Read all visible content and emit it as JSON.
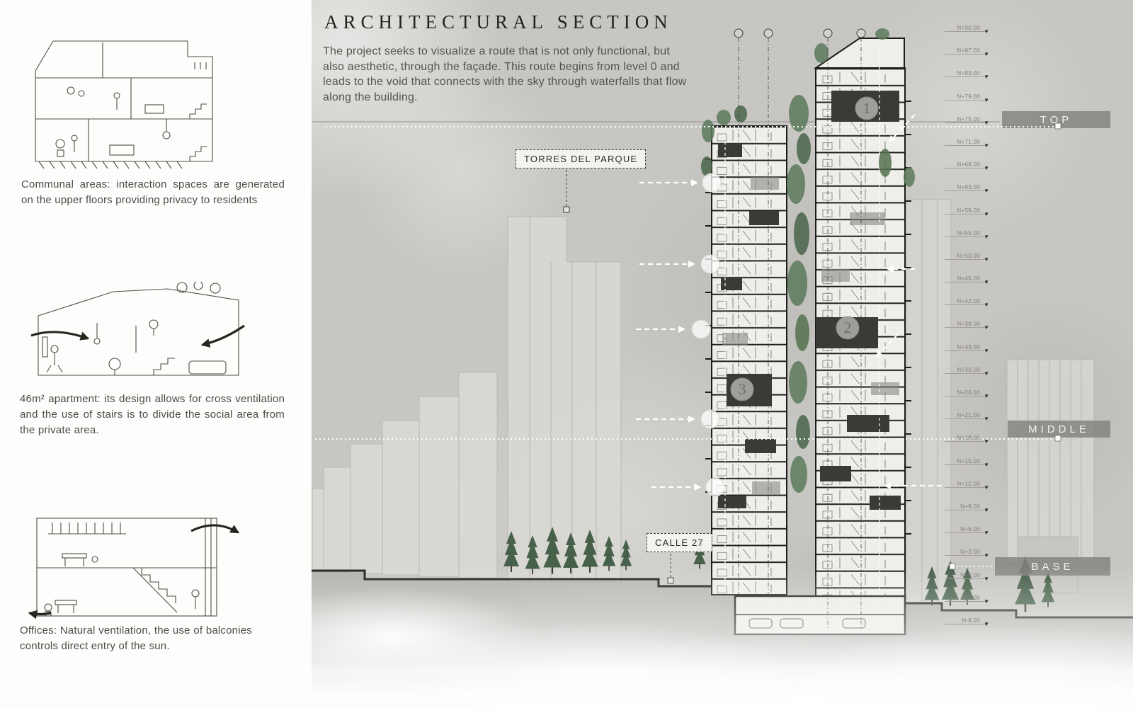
{
  "left_panel": {
    "figures": [
      {
        "caption": "Communal areas: interaction spaces are generated on the upper floors providing privacy to residents"
      },
      {
        "caption": "46m² apartment: its design allows for cross ventilation and the use of stairs is to divide the social area from the private area."
      },
      {
        "caption": "Offices: Natural ventilation, the use of balconies controls direct entry of the sun."
      }
    ]
  },
  "main": {
    "title": "ARCHITECTURAL SECTION",
    "description": "The project seeks to visualize a route that is not only functional, but also aesthetic, through the façade. This route begins from level 0 and leads to the void that connects with the sky through waterfalls that flow along the building.",
    "labels": {
      "torres_del_parque": "TORRES DEL PARQUE",
      "calle_27": "CALLE 27",
      "top": "TOP",
      "middle": "MIDDLE",
      "base": "BASE"
    },
    "section_markers": [
      "1",
      "2",
      "3"
    ],
    "levels": [
      "N+90.00",
      "N+87.00",
      "N+83.00",
      "N+79.00",
      "N+75.00",
      "N+71.00",
      "N+66.00",
      "N+63.00",
      "N+59.00",
      "N+55.00",
      "N+50.00",
      "N+46.00",
      "N+42.00",
      "N+38.00",
      "N+33.00",
      "N+30.00",
      "N+26.00",
      "N+21.00",
      "N+18.00",
      "N+15.00",
      "N+12.00",
      "N+9.00",
      "N+6.00",
      "N+3.00",
      "N+0.00",
      "N-3.00",
      "N-6.00"
    ]
  },
  "colors": {
    "concrete": "#c7c6c2",
    "vegetation": "#5c7a5c",
    "ink": "#1d1d1b",
    "zone_bar": "#83827e"
  }
}
